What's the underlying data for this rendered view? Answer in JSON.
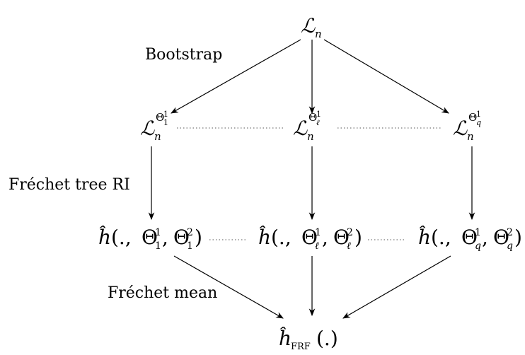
{
  "diagram": {
    "root": {
      "base": "ℒ",
      "sub": "n"
    },
    "labels": {
      "bootstrap": "Bootstrap",
      "tree": "Fréchet tree RI",
      "mean": "Fréchet mean"
    },
    "samples": [
      {
        "base": "ℒ",
        "sub": "n",
        "sup": "Θ",
        "sup_sup": "1",
        "sup_sub": "1"
      },
      {
        "base": "ℒ",
        "sub": "n",
        "sup": "Θ",
        "sup_sup": "1",
        "sup_sub": "ℓ"
      },
      {
        "base": "ℒ",
        "sub": "n",
        "sup": "Θ",
        "sup_sup": "1",
        "sup_sub": "q"
      }
    ],
    "trees": [
      {
        "hat": "ĥ",
        "open": "(., ",
        "theta": "Θ",
        "a_sup": "1",
        "a_sub": "1",
        "sep": ", ",
        "b_sup": "2",
        "b_sub": "1",
        "close": ")"
      },
      {
        "hat": "ĥ",
        "open": "(., ",
        "theta": "Θ",
        "a_sup": "1",
        "a_sub": "ℓ",
        "sep": ", ",
        "b_sup": "2",
        "b_sub": "ℓ",
        "close": ")"
      },
      {
        "hat": "ĥ",
        "open": "(., ",
        "theta": "Θ",
        "a_sup": "1",
        "a_sub": "q",
        "sep": ", ",
        "b_sup": "2",
        "b_sub": "q",
        "close": ")"
      }
    ],
    "result": {
      "hat": "ĥ",
      "sub": "FRF",
      "arg": "(.)"
    }
  }
}
